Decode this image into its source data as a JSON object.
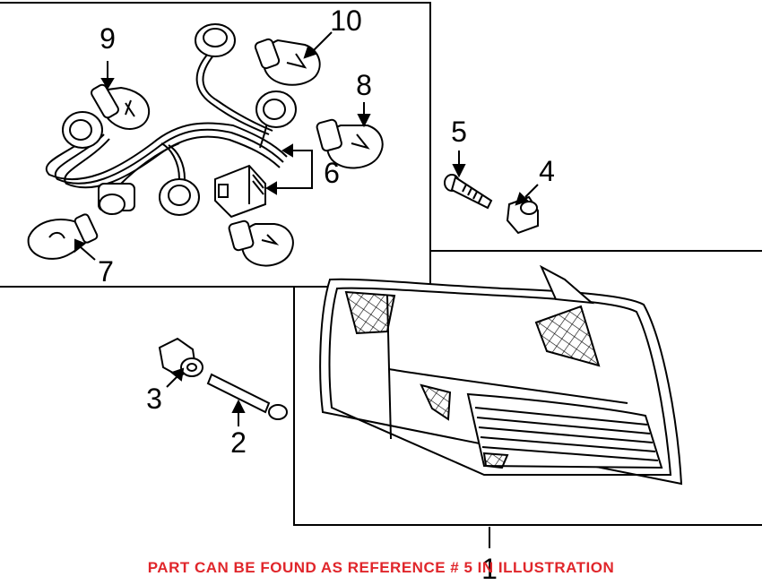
{
  "callouts": [
    {
      "id": "1",
      "text": "1"
    },
    {
      "id": "2",
      "text": "2"
    },
    {
      "id": "3",
      "text": "3"
    },
    {
      "id": "4",
      "text": "4"
    },
    {
      "id": "5",
      "text": "5"
    },
    {
      "id": "6",
      "text": "6"
    },
    {
      "id": "7",
      "text": "7"
    },
    {
      "id": "8",
      "text": "8"
    },
    {
      "id": "9",
      "text": "9"
    },
    {
      "id": "10",
      "text": "10"
    }
  ],
  "caption": "PART CAN BE FOUND AS REFERENCE # 5 IN ILLUSTRATION",
  "colors": {
    "line": "#000000",
    "caption": "#e0262b",
    "background": "#ffffff"
  }
}
